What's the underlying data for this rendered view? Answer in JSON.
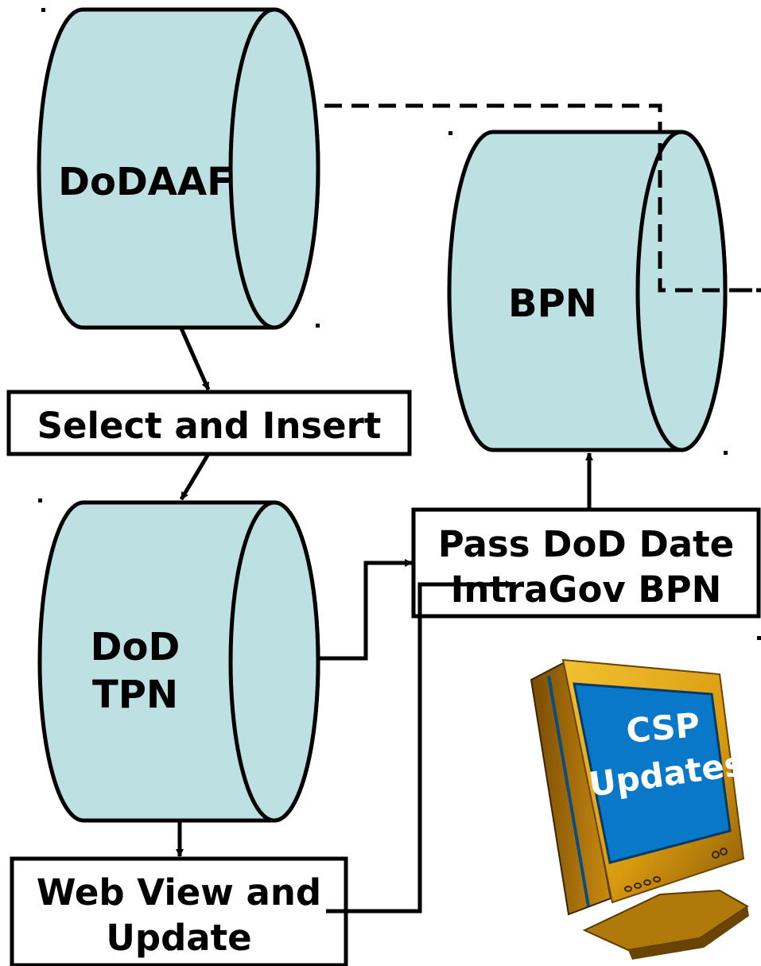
{
  "colors": {
    "cylinder_fill": "#bde0e3",
    "outline": "#000000",
    "monitor_frame": "#d89a10",
    "monitor_screen": "#0a78c8",
    "screen_text": "#ffffff"
  },
  "cylinders": {
    "dodaaf": "DoDAAF",
    "bpn": "BPN",
    "dod_tpn": [
      "DoD",
      "TPN"
    ]
  },
  "boxes": {
    "select_insert": "Select and Insert",
    "pass_dod": [
      "Pass DoD Date",
      "IntraGov BPN"
    ],
    "web_view": [
      "Web View and",
      "Update"
    ]
  },
  "monitor": {
    "icon": "monitor-icon",
    "screen_text": [
      "CSP",
      "Updates"
    ]
  }
}
